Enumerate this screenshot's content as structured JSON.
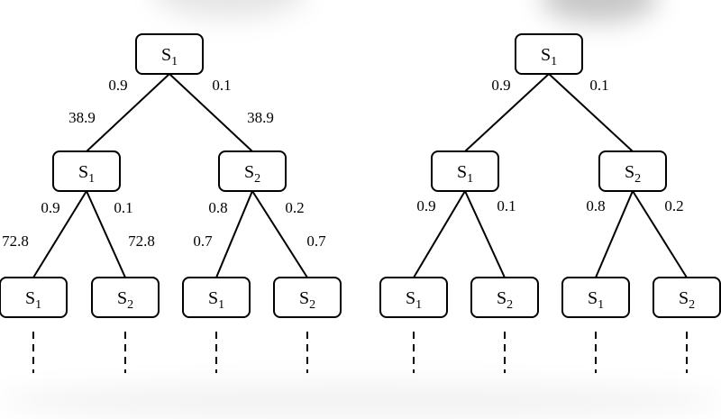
{
  "trees": [
    {
      "nodes": [
        {
          "id": "root",
          "main": "S",
          "sub": "1"
        },
        {
          "id": "l1a",
          "main": "S",
          "sub": "1"
        },
        {
          "id": "l1b",
          "main": "S",
          "sub": "2"
        },
        {
          "id": "l2a",
          "main": "S",
          "sub": "1"
        },
        {
          "id": "l2b",
          "main": "S",
          "sub": "2"
        },
        {
          "id": "l2c",
          "main": "S",
          "sub": "1"
        },
        {
          "id": "l2d",
          "main": "S",
          "sub": "2"
        }
      ],
      "edges": [
        {
          "from": "root",
          "to": "l1a",
          "prob": "0.9",
          "value": "38.9"
        },
        {
          "from": "root",
          "to": "l1b",
          "prob": "0.1",
          "value": "38.9"
        },
        {
          "from": "l1a",
          "to": "l2a",
          "prob": "0.9",
          "value": "72.8"
        },
        {
          "from": "l1a",
          "to": "l2b",
          "prob": "0.1",
          "value": "72.8"
        },
        {
          "from": "l1b",
          "to": "l2c",
          "prob": "0.8",
          "value": "0.7"
        },
        {
          "from": "l1b",
          "to": "l2d",
          "prob": "0.2",
          "value": "0.7"
        }
      ]
    },
    {
      "nodes": [
        {
          "id": "root",
          "main": "S",
          "sub": "1"
        },
        {
          "id": "l1a",
          "main": "S",
          "sub": "1"
        },
        {
          "id": "l1b",
          "main": "S",
          "sub": "2"
        },
        {
          "id": "l2a",
          "main": "S",
          "sub": "1"
        },
        {
          "id": "l2b",
          "main": "S",
          "sub": "2"
        },
        {
          "id": "l2c",
          "main": "S",
          "sub": "1"
        },
        {
          "id": "l2d",
          "main": "S",
          "sub": "2"
        }
      ],
      "edges": [
        {
          "from": "root",
          "to": "l1a",
          "prob": "0.9"
        },
        {
          "from": "root",
          "to": "l1b",
          "prob": "0.1"
        },
        {
          "from": "l1a",
          "to": "l2a",
          "prob": "0.9"
        },
        {
          "from": "l1a",
          "to": "l2b",
          "prob": "0.1"
        },
        {
          "from": "l1b",
          "to": "l2c",
          "prob": "0.8"
        },
        {
          "from": "l1b",
          "to": "l2d",
          "prob": "0.2"
        }
      ]
    }
  ]
}
